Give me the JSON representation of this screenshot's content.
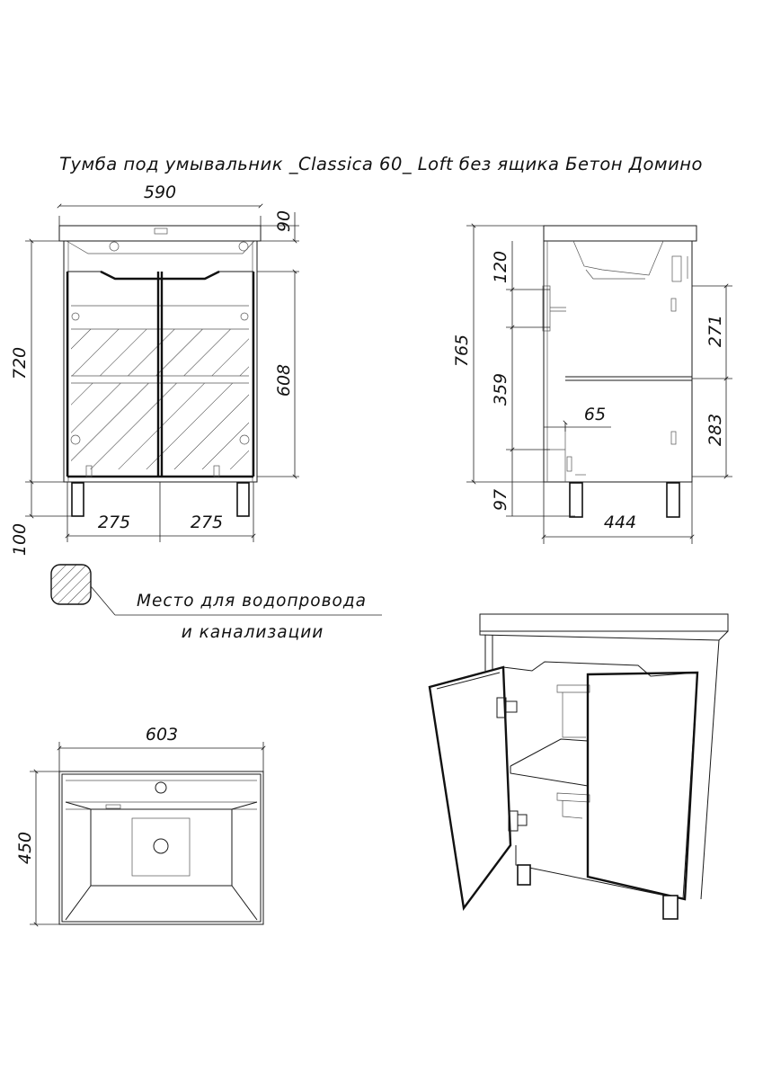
{
  "title": "Тумба под умывальник _Classica 60_ Loft без ящика Бетон Домино",
  "front_view": {
    "width": "590",
    "top_height": "90",
    "body_height": "720",
    "door_height": "608",
    "leg_height": "100",
    "door_left_width": "275",
    "door_right_width": "275"
  },
  "side_view": {
    "total_height": "765",
    "upper_gap": "120",
    "mid_gap": "359",
    "leg_height": "97",
    "pipe_offset": "65",
    "shelf_upper": "271",
    "shelf_lower": "283",
    "depth": "444"
  },
  "legend": {
    "line1": "Место для водопровода",
    "line2": "и канализации"
  },
  "top_view": {
    "width": "603",
    "depth": "450"
  }
}
